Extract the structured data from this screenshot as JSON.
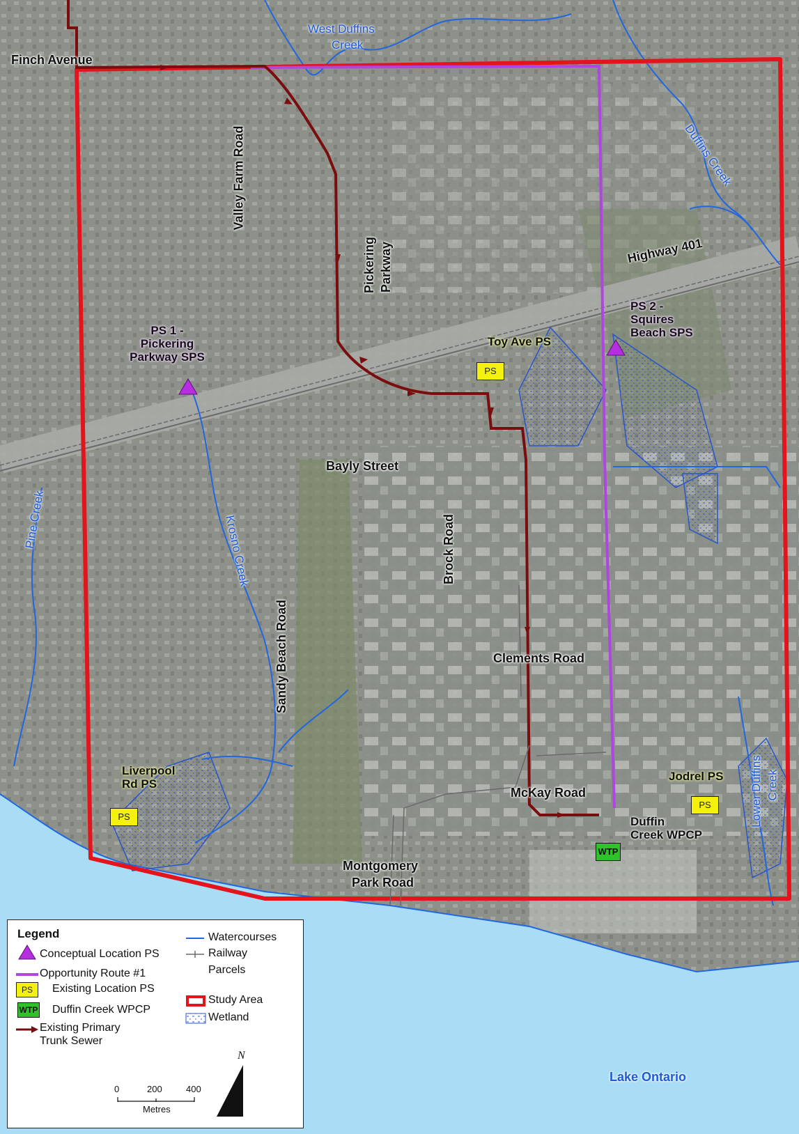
{
  "map": {
    "roads": {
      "finch": "Finch Avenue",
      "valley_farm": "Valley Farm Road",
      "pickering_parkway_1": "Pickering",
      "pickering_parkway_2": "Parkway",
      "highway_401": "Highway 401",
      "bayly": "Bayly Street",
      "brock": "Brock Road",
      "sandy_beach": "Sandy Beach Road",
      "clements": "Clements Road",
      "mckay": "McKay Road",
      "montgomery_1": "Montgomery",
      "montgomery_2": "Park Road"
    },
    "water": {
      "west_duffins_1": "West Duffins",
      "west_duffins_2": "Creek",
      "duffins": "Duffins Creek",
      "pine": "Pine Creek",
      "krosno": "Krosno Creek",
      "lower_duffins_1": "Lower Duffins",
      "lower_duffins_2": "Creek",
      "lake": "Lake Ontario"
    },
    "conceptual_ps": {
      "ps1_line1": "PS 1 -",
      "ps1_line2": "Pickering",
      "ps1_line3": "Parkway SPS",
      "ps2_line1": "PS 2 -",
      "ps2_line2": "Squires",
      "ps2_line3": "Beach SPS"
    },
    "existing_ps": {
      "toy": "Toy Ave PS",
      "liverpool_1": "Liverpool",
      "liverpool_2": "Rd PS",
      "jodrel": "Jodrel PS",
      "badge": "PS"
    },
    "wpcp": {
      "line1": "Duffin",
      "line2": "Creek WPCP",
      "badge": "WTP"
    }
  },
  "legend": {
    "title": "Legend",
    "items": {
      "conceptual_ps": "Conceptual Location PS",
      "opportunity_route": "Opportunity Route #1",
      "existing_ps": "Existing Location PS",
      "wpcp": "Duffin Creek WPCP",
      "trunk_sewer_1": "Existing Primary",
      "trunk_sewer_2": "Trunk Sewer",
      "watercourses": "Watercourses",
      "railway": "Railway",
      "parcels": "Parcels",
      "study_area": "Study Area",
      "wetland": "Wetland"
    },
    "ps_badge": "PS",
    "wtp_badge": "WTP",
    "scale": {
      "ticks": [
        "0",
        "200",
        "400"
      ],
      "unit": "Metres"
    },
    "north": "N"
  },
  "colors": {
    "study_area": "#e3141b",
    "opportunity_route": "#b046e0",
    "trunk_sewer": "#7a0e0e",
    "watercourse": "#2266e0",
    "railway": "#777777",
    "lake": "#a9dcf5",
    "ps_badge": "#f4f20c",
    "wtp_badge": "#2fc22b",
    "conceptual_ps": "#b62ee0"
  }
}
